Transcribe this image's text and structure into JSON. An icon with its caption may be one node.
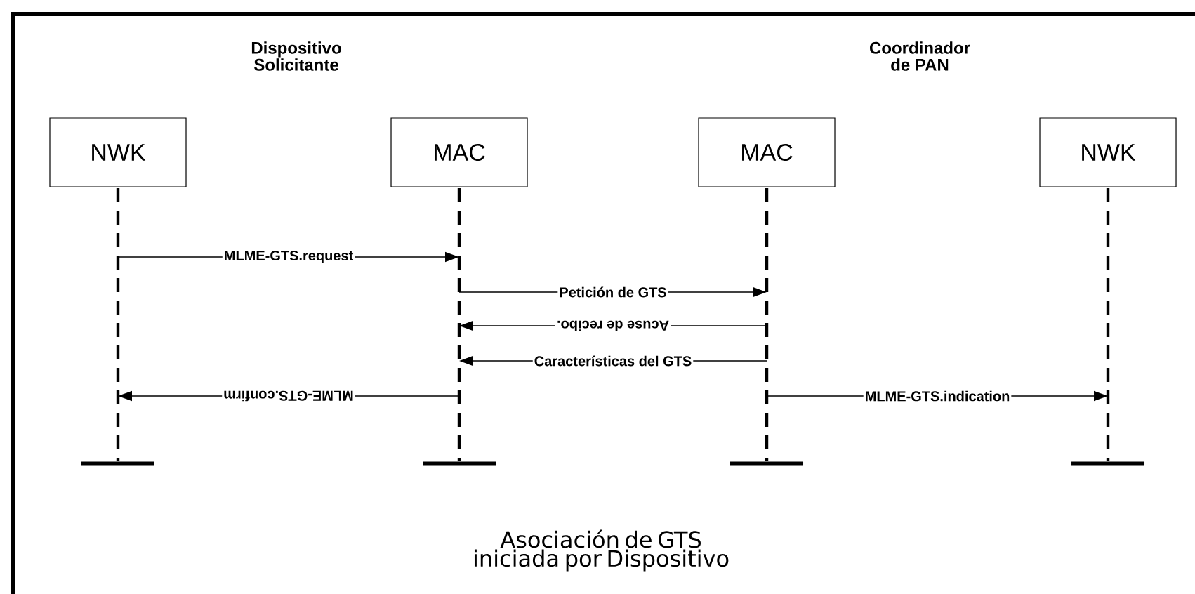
{
  "diagram": {
    "caption": "Asociación de GTS iniciada por Dispositivo",
    "nodes": [
      {
        "text": [
          "NWK"
        ]
      },
      {
        "text": [
          "MAC"
        ]
      },
      {
        "text": [
          "MAC"
        ]
      },
      {
        "text": [
          "NWK"
        ]
      }
    ],
    "edges": [
      {
        "from": 0,
        "to": 1,
        "arrow": "to",
        "label": "MLME-GTS.request"
      },
      {
        "from": 1,
        "to": 2,
        "arrow": "to",
        "label": "Petición de GTS"
      },
      {
        "from": 2,
        "to": 1,
        "arrow": "to",
        "label": "Acuse de recibo."
      },
      {
        "from": 2,
        "to": 1,
        "arrow": "to",
        "label": "Características del GTS"
      },
      {
        "from": 1,
        "to": 0,
        "arrow": "to",
        "label": "MLME-GTS.confirm"
      },
      {
        "from": 2,
        "to": 3,
        "arrow": "to",
        "label": "MLME-GTS.indication"
      }
    ],
    "labels": [
      "Dispositivo Solicitante",
      "Coordinador de PAN"
    ]
  }
}
